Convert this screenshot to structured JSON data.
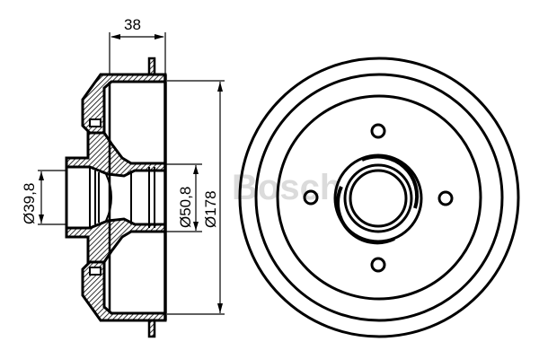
{
  "drawing": {
    "subject": "Brake drum technical drawing",
    "views": [
      "side-section-view",
      "front-view"
    ],
    "watermark": "Bosch"
  },
  "dimensions": {
    "width": "38",
    "inner_bore": "Ø39,8",
    "hub_bore": "Ø50,8",
    "drum_diameter": "Ø178"
  },
  "front_view": {
    "bolt_holes": 4
  },
  "colors": {
    "line": "#000000",
    "background": "#ffffff",
    "watermark": "#cfcfcf"
  }
}
